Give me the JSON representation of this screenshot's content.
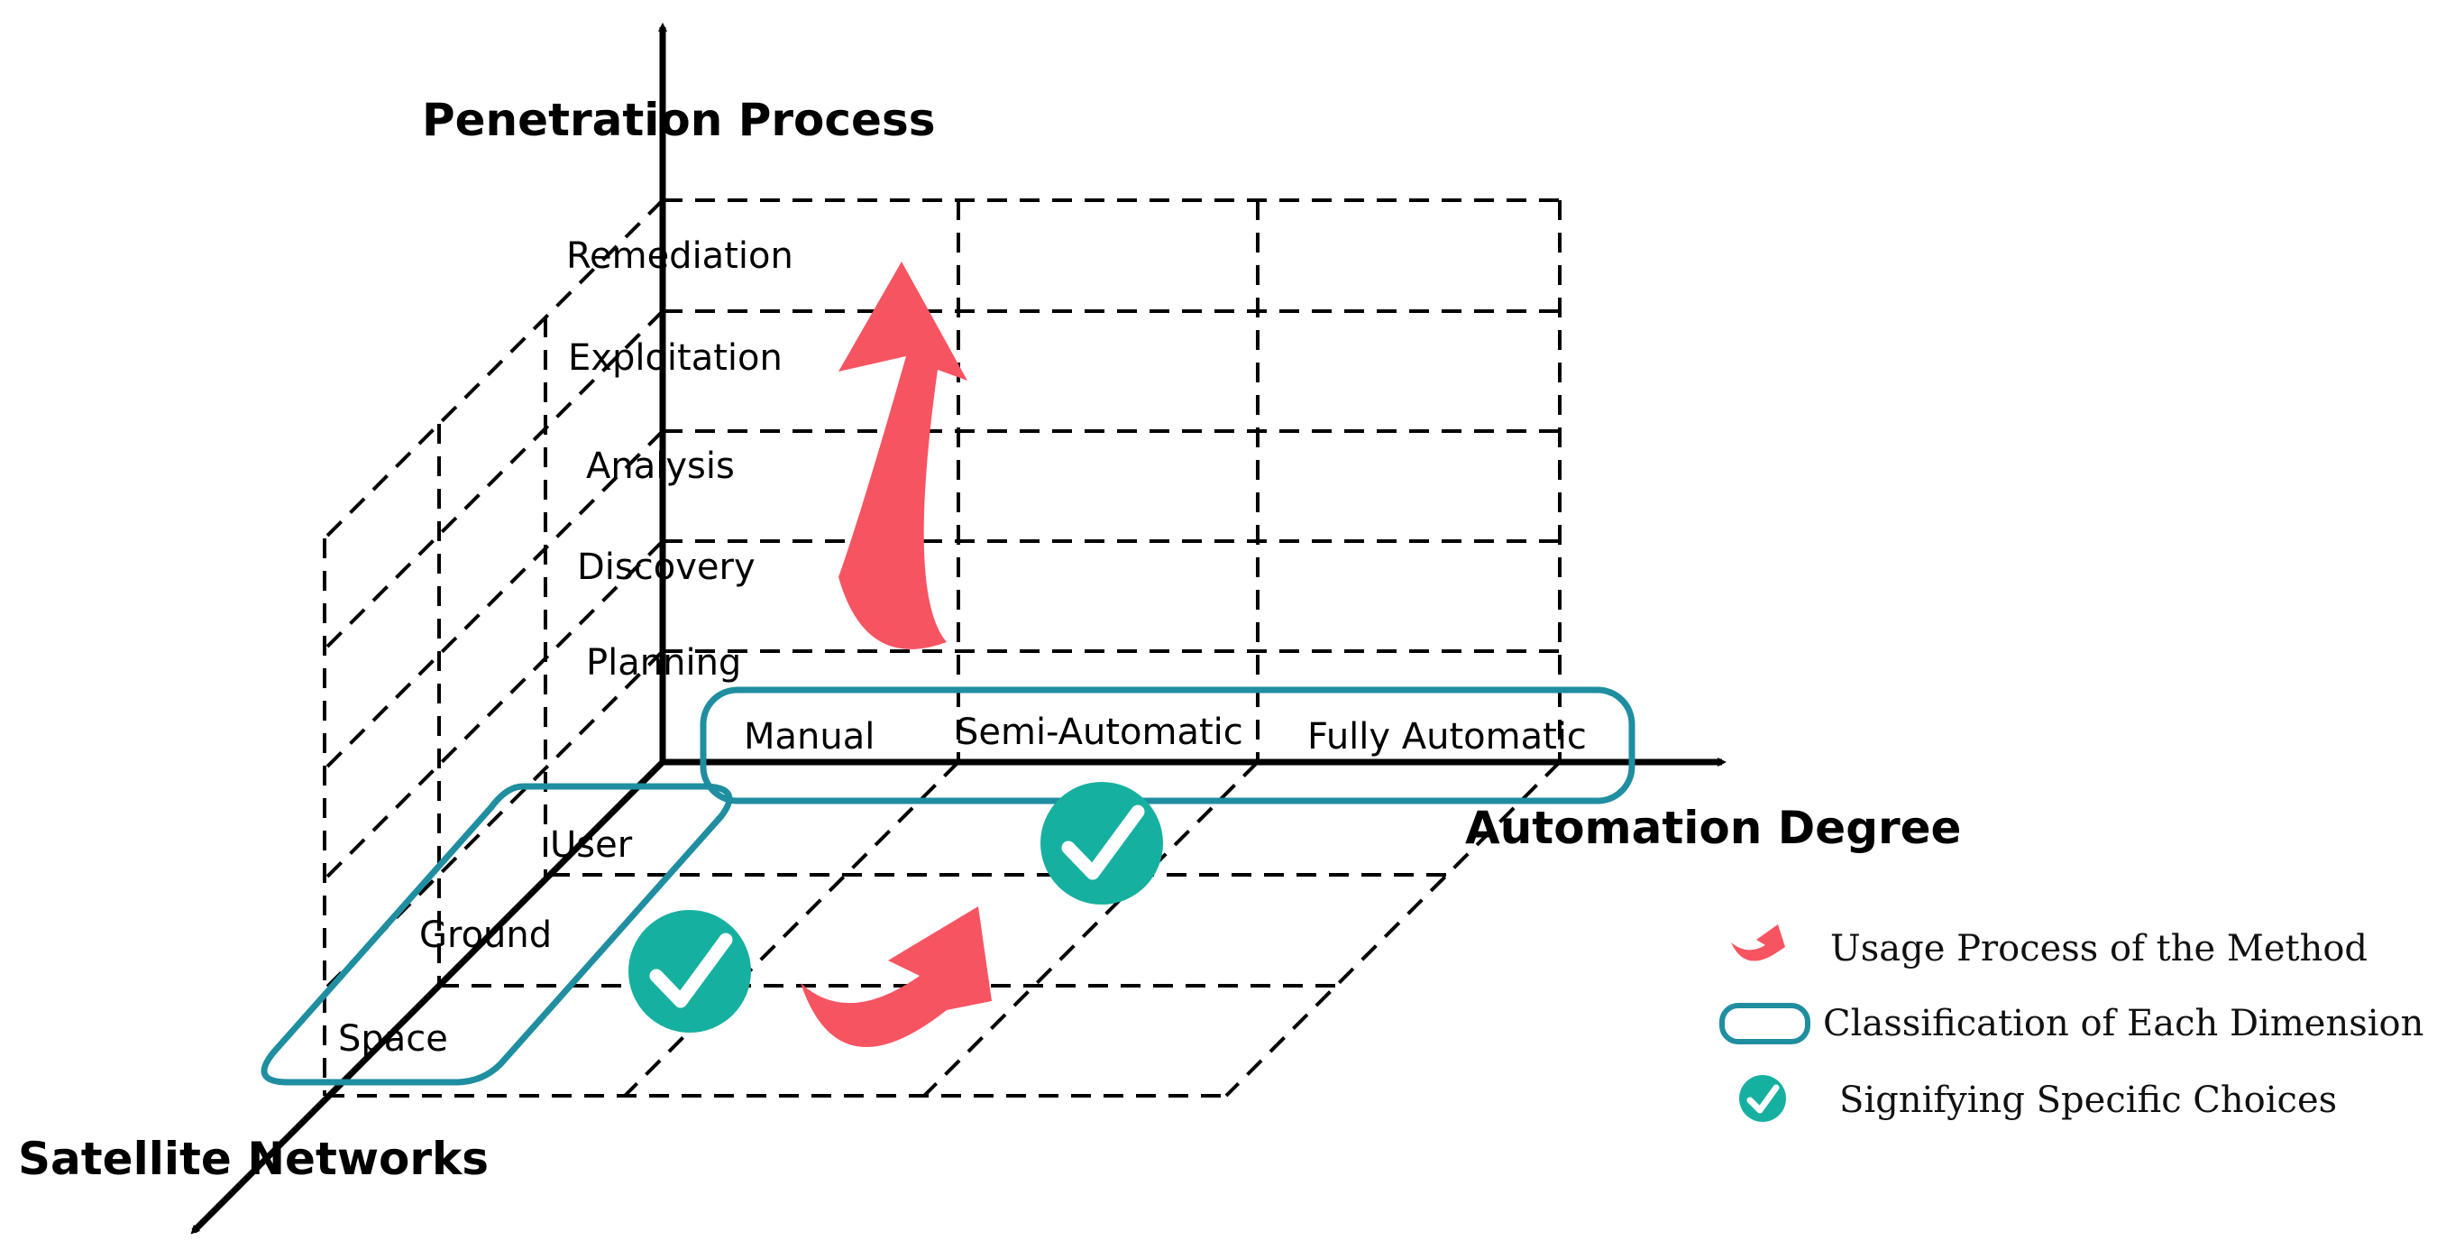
{
  "axes": {
    "penetration_process": "Penetration Process",
    "automation_degree": "Automation Degree",
    "satellite_networks": "Satellite Networks"
  },
  "penetration_stages": [
    "Planning",
    "Discovery",
    "Analysis",
    "Exploitation",
    "Remediation"
  ],
  "automation_levels": [
    "Manual",
    "Semi-Automatic",
    "Fully Automatic"
  ],
  "network_segments": [
    "User",
    "Ground",
    "Space"
  ],
  "legend": {
    "usage_process": "Usage Process of the Method",
    "classification": "Classification of Each Dimension",
    "specific_choices": "Signifying Specific Choices"
  },
  "colors": {
    "arrow": "#f75462",
    "frame": "#1f8ea0",
    "check": "#16b0a0",
    "lines": "#000000"
  },
  "icons": {
    "usage_arrow": "curved-arrow-icon",
    "classification_box": "rounded-rect-icon",
    "choice_mark": "check-circle-icon"
  }
}
